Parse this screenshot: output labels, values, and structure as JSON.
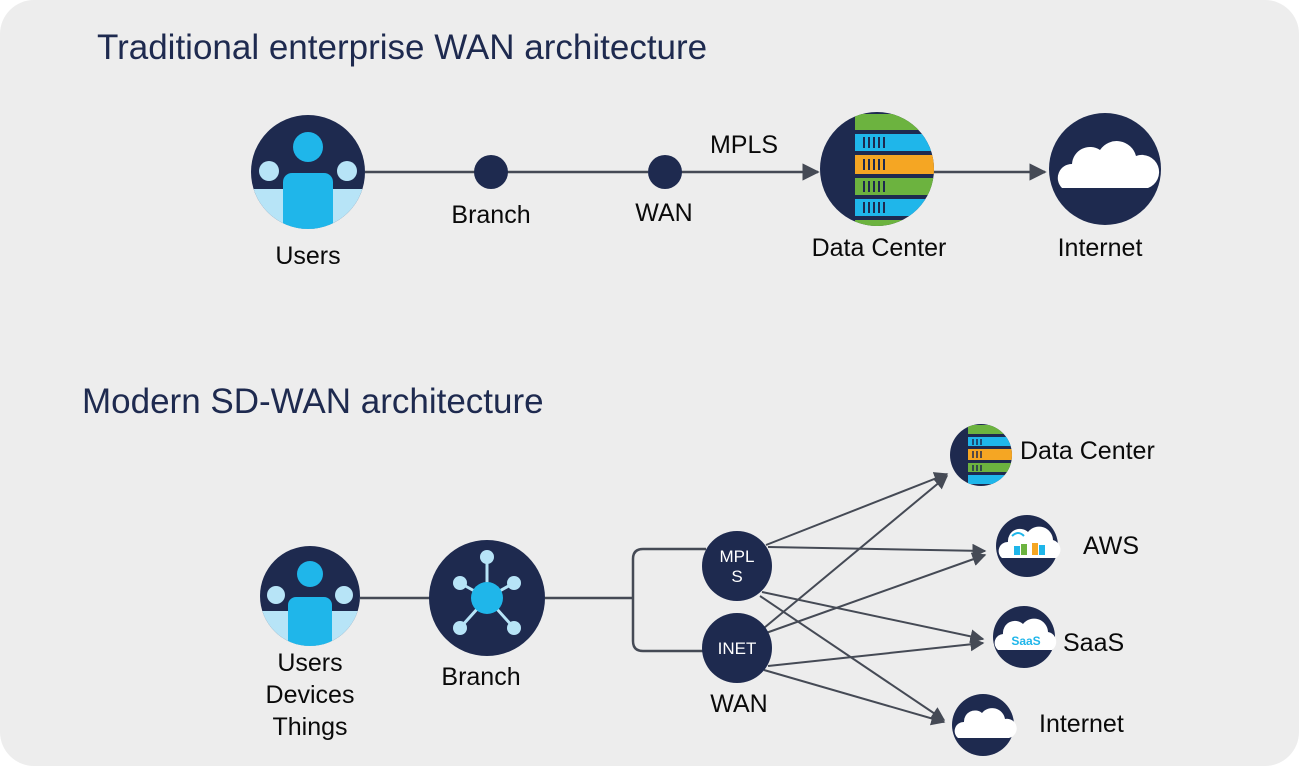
{
  "traditional": {
    "title": "Traditional enterprise WAN architecture",
    "users_label": "Users",
    "branch_label": "Branch",
    "wan_label": "WAN",
    "mpls_label": "MPLS",
    "datacenter_label": "Data Center",
    "internet_label": "Internet"
  },
  "modern": {
    "title": "Modern SD-WAN architecture",
    "users_label_lines": [
      "Users",
      "Devices",
      "Things"
    ],
    "branch_label": "Branch",
    "mpls_node_lines": [
      "MPL",
      "S"
    ],
    "inet_node": "INET",
    "wan_label": "WAN",
    "destinations": {
      "datacenter": "Data Center",
      "aws": "AWS",
      "saas": "SaaS",
      "internet": "Internet"
    },
    "saas_icon_text": "SaaS"
  },
  "colors": {
    "navy": "#1e2a4f",
    "light_blue": "#1fb6ea",
    "pale_blue": "#b7e4f7",
    "green": "#6cb33f",
    "orange": "#f5a623",
    "background": "#ededed",
    "line": "#454a55"
  },
  "icons": [
    "users-icon",
    "branch-hub-icon",
    "server-rack-icon",
    "cloud-icon",
    "aws-cloud-icon",
    "saas-cloud-icon"
  ]
}
